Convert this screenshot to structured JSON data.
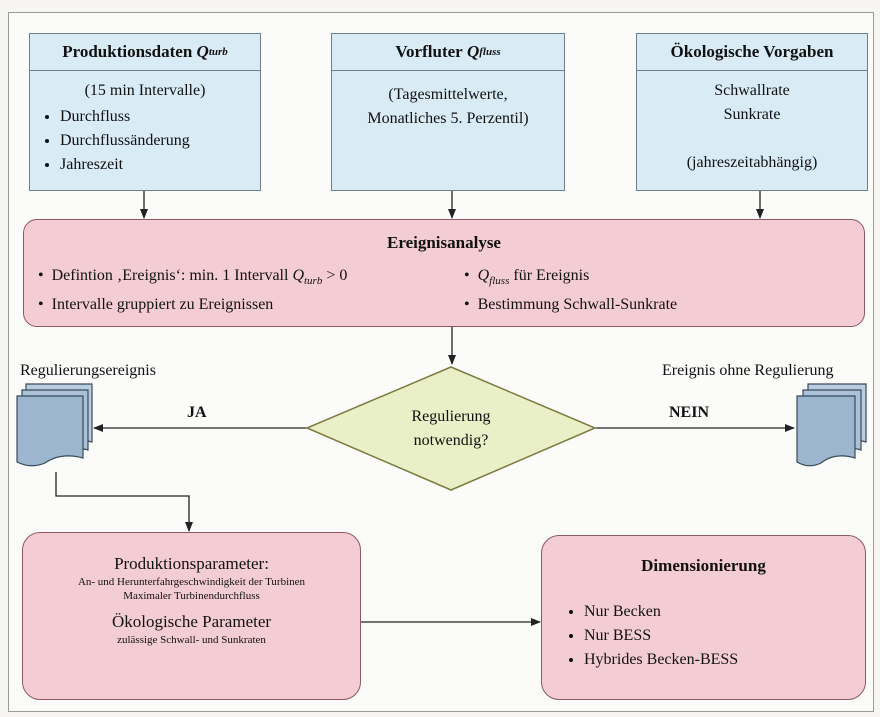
{
  "production": {
    "title": "Produktionsdaten",
    "title_q": "Q",
    "title_sub": "turb",
    "interval": "(15 min Intervalle)",
    "items": [
      "Durchfluss",
      "Durchflussänderung",
      "Jahreszeit"
    ]
  },
  "river": {
    "title": "Vorfluter",
    "title_q": "Q",
    "title_sub": "fluss",
    "line1": "(Tagesmittelwerte,",
    "line2": "Monatliches 5. Perzentil)"
  },
  "ecology": {
    "title": "Ökologische Vorgaben",
    "line1": "Schwallrate",
    "line2": "Sunkrate",
    "line3": "(jahreszeitabhängig)"
  },
  "analysis": {
    "title": "Ereignisanalyse",
    "left1_pre": "Defintion ‚Ereignis‘: min. 1 Intervall",
    "left1_q": "Q",
    "left1_sub": "turb",
    "left1_post": "> 0",
    "left2": "Intervalle gruppiert zu Ereignissen",
    "right1_q": "Q",
    "right1_sub": "fluss",
    "right1_post": "für Ereignis",
    "right2": "Bestimmung Schwall-Sunkrate"
  },
  "decision": {
    "line1": "Regulierung",
    "line2": "notwendig?",
    "yes": "JA",
    "no": "NEIN",
    "left_doc_label": "Regulierungsereignis",
    "right_doc_label": "Ereignis ohne Regulierung"
  },
  "params": {
    "title1": "Produktionsparameter:",
    "sub1": "An- und Herunterfahrgeschwindigkeit der Turbinen",
    "sub2": "Maximaler Turbinendurchfluss",
    "title2": "Ökologische Parameter",
    "sub3": "zulässige Schwall- und Sunkraten"
  },
  "dimensioning": {
    "title": "Dimensionierung",
    "items": [
      "Nur Becken",
      "Nur BESS",
      "Hybrides Becken-BESS"
    ]
  },
  "colors": {
    "input_fill": "#d9ebf5",
    "process_fill": "#f4cdd4",
    "decision_fill": "#e9efc6",
    "document_fill": "#9cb6cf"
  }
}
